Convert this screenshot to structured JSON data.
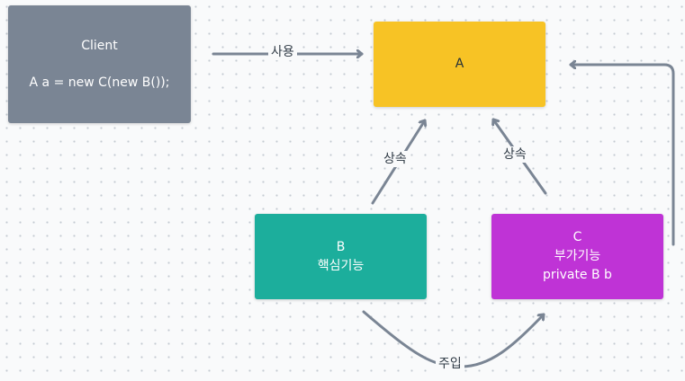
{
  "nodes": {
    "client": {
      "title": "Client",
      "code": "A a = new C(new B());"
    },
    "a": {
      "label": "A"
    },
    "b": {
      "title": "B",
      "desc": "핵심기능"
    },
    "c": {
      "title": "C",
      "desc": "부가기능",
      "field": "private B b"
    }
  },
  "edges": {
    "use": "사용",
    "inherit_b": "상속",
    "inherit_c": "상속",
    "inject": "주입"
  },
  "colors": {
    "client": "#7a8594",
    "a": "#f7c325",
    "b": "#1cae9c",
    "c": "#bf33d6",
    "edge": "#7a8594"
  }
}
